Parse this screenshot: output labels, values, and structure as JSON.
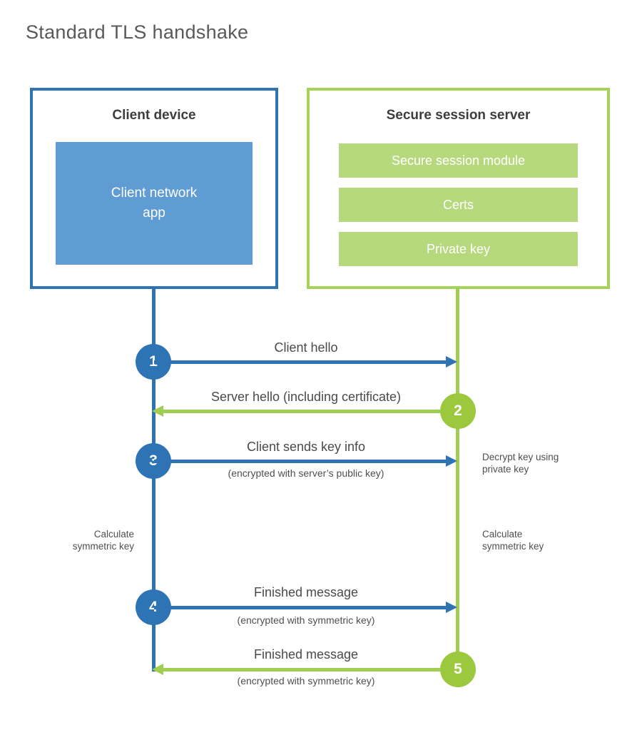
{
  "title": "Standard TLS handshake",
  "colors": {
    "blue": "#2e74b5",
    "blue_fill": "#5f9cd4",
    "green_border": "#a5d358",
    "green_line": "#a0ce52",
    "green_fill": "#b7d97d",
    "green_circle": "#9cc83e",
    "heading_text": "#3d3d3d",
    "label_text": "#4a4a4b"
  },
  "client_box": {
    "title": "Client device",
    "app": {
      "line1": "Client network",
      "line2": "app"
    }
  },
  "server_box": {
    "title": "Secure session server",
    "modules": [
      "Secure session module",
      "Certs",
      "Private key"
    ]
  },
  "steps": [
    {
      "number": "1",
      "label": "Client hello",
      "sublabel": "",
      "direction": "client-to-server"
    },
    {
      "number": "2",
      "label": "Server hello (including certificate)",
      "sublabel": "",
      "direction": "server-to-client"
    },
    {
      "number": "3",
      "label": "Client sends key info",
      "sublabel": "(encrypted with server’s public key)",
      "direction": "client-to-server"
    },
    {
      "number": "4",
      "label": "Finished message",
      "sublabel": "(encrypted with symmetric key)",
      "direction": "client-to-server"
    },
    {
      "number": "5",
      "label": "Finished message",
      "sublabel": "(encrypted with symmetric key)",
      "direction": "server-to-client"
    }
  ],
  "notes": {
    "decrypt": {
      "line1": "Decrypt key using",
      "line2": "private key"
    },
    "calc_client": {
      "line1": "Calculate",
      "line2": "symmetric key"
    },
    "calc_server": {
      "line1": "Calculate",
      "line2": "symmetric key"
    }
  }
}
